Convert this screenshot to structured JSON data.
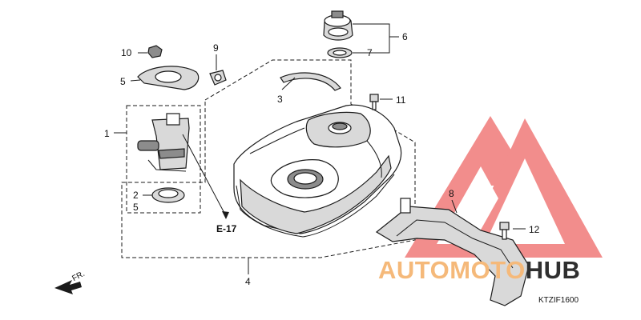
{
  "diagram": {
    "callouts": {
      "c1": "1",
      "c2": "2",
      "c3": "3",
      "c4": "4",
      "c5a": "5",
      "c5b": "5",
      "c6": "6",
      "c7": "7",
      "c8": "8",
      "c9": "9",
      "c10": "10",
      "c11": "11",
      "c12": "12"
    },
    "reference": "E-17",
    "front_marker": "FR.",
    "diagram_code": "KTZIF1600"
  },
  "watermark": {
    "text_orange": "AUTOMOTO",
    "text_black": "HUB",
    "colors": {
      "logo": "#f07a78",
      "orange": "#f5b97a",
      "black": "#2f2f2f"
    }
  }
}
